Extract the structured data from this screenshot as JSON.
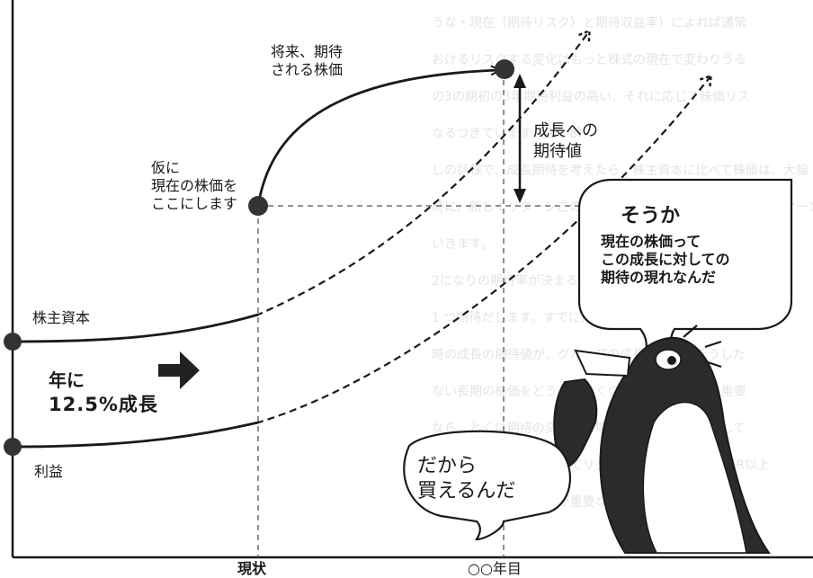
{
  "labels": {
    "current_price": "仮に\n現在の株価を\nここにします",
    "future_price": "将来、期待\nされる株価",
    "expectation": "成長への\n期待値",
    "equity": "株主資本",
    "profit": "利益",
    "growth_line1": "年に",
    "growth_line2": "12.5%成長",
    "x_now": "現状",
    "x_future": "○○年目"
  },
  "bubbles": {
    "thought_title": "そうか",
    "thought_body": "現在の株価って\nこの成長に対しての\n期待の現れなんだ",
    "speech": "だから\n買えるんだ"
  },
  "background_text": [
    "うな・現在（期待リスク）と期待収益率）によれば通常",
    "おけるリスクする変化はもっと株式の現在で変わりうる",
    "の3の期初の3年期待利益の高い、それに応じて株価リス",
    "なるつぎています（図1-8）",
    "しの話株で、成長期待を考えたら、株主資本に比べて株価は、大幅",
    "時に、新しくリターンこの込まれたリスクの大きさ（成長・リターン）さ",
    "いきます。",
    "2になりの期待率が決まる場面などと考えます。1つの",
    "1 つ期待だします。すでに期待が株価に織り込まれて",
    "時の成長の期待値が、グループの成長が早い。そうした",
    "ない長期の株価をどう見ていくのかといった点が、重要",
    "なら、とくに期待の変化は市場全体のリスクと関連して",
    "期にかかわる株価に対してリターンを期待するにはPER以上",
    "ためにアナリストなどが重要な指標を使います。"
  ],
  "colors": {
    "ink": "#1a1a1a",
    "grid": "#555555",
    "background_text": "#e4e4e4",
    "arrow_fill": "#222222",
    "penguin_body": "#2b2b2b",
    "penguin_beak": "#ffffff"
  }
}
